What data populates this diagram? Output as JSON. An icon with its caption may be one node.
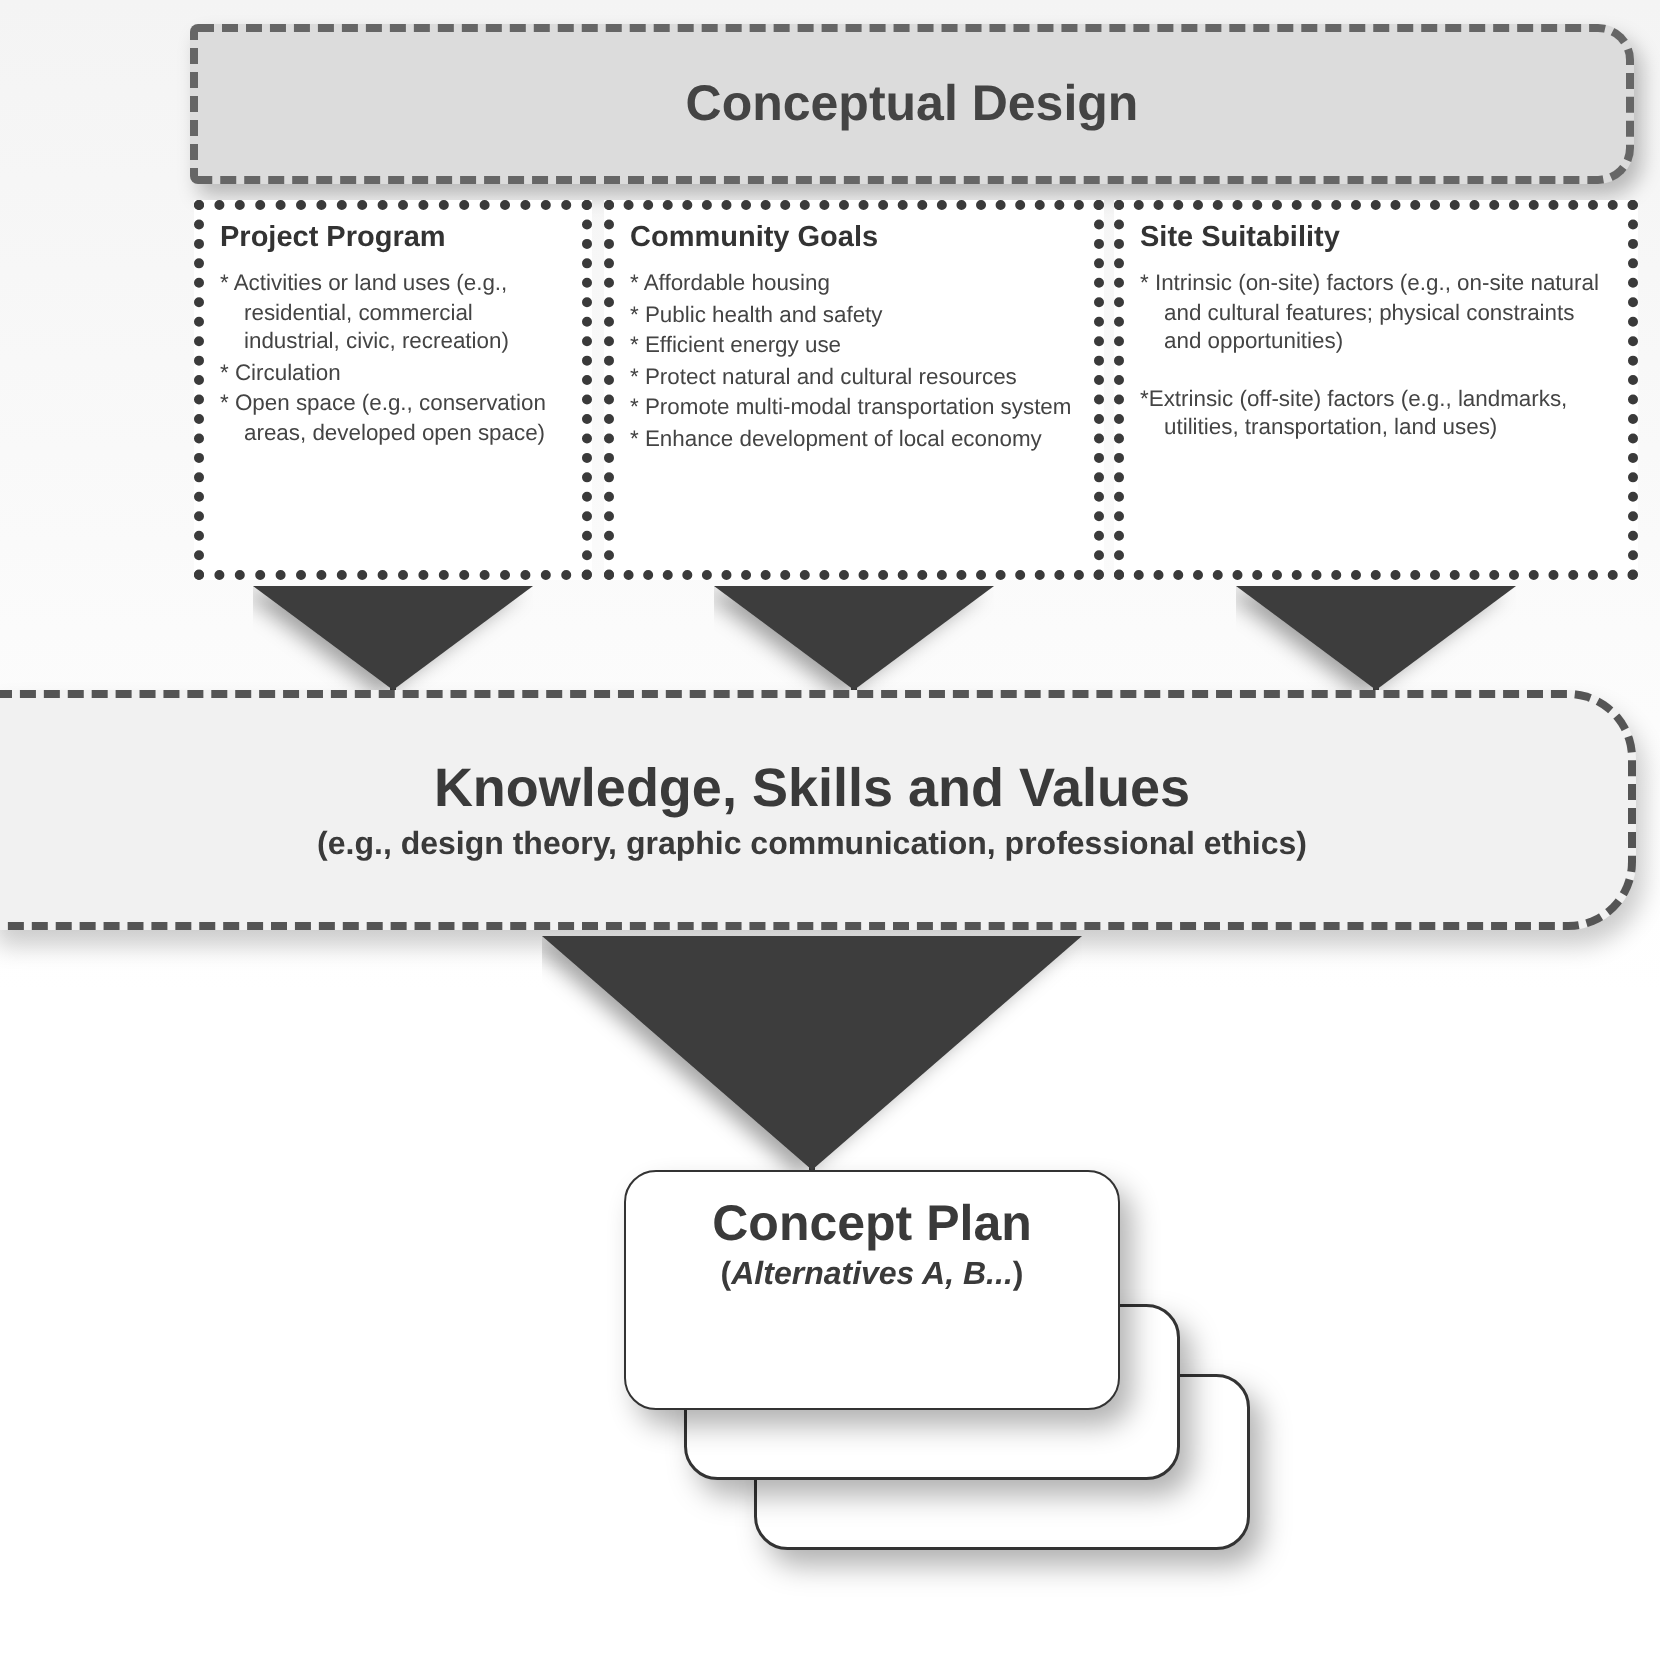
{
  "diagram": {
    "nodes": [
      {
        "text": [
          "Conceptual Design"
        ]
      },
      {
        "text": [
          "Project Program",
          "* Activities or land uses (e.g., residential, commercial industrial, civic, recreation)",
          "* Circulation",
          "* Open space (e.g., conservation areas, developed open space)"
        ]
      },
      {
        "text": [
          "Community Goals",
          "* Affordable housing",
          "* Public health and safety",
          "* Efficient energy use",
          "* Protect natural and cultural resources",
          "* Promote multi-modal transportation system",
          "* Enhance development of local economy"
        ]
      },
      {
        "text": [
          "Site Suitability",
          "* Intrinsic (on-site) factors (e.g., on-site natural and cultural features; physical constraints and opportunities)",
          "*Extrinsic (off-site) factors (e.g., landmarks, utilities, transportation, land uses)"
        ]
      },
      {
        "text": [
          "Knowledge, Skills and Values",
          "(e.g., design theory, graphic communication, professional ethics)"
        ]
      },
      {
        "text": [
          "Concept Plan",
          "(*Alternatives A, B...*)"
        ]
      },
      {
        "text": [],
        "shape": "box"
      },
      {
        "text": [],
        "shape": "box"
      }
    ],
    "edges": [
      {
        "from": 1,
        "to": 4,
        "arrow": "to"
      },
      {
        "from": 2,
        "to": 4,
        "arrow": "to"
      },
      {
        "from": 3,
        "to": 4,
        "arrow": "to"
      },
      {
        "from": 4,
        "to": 5,
        "arrow": "to"
      }
    ]
  }
}
